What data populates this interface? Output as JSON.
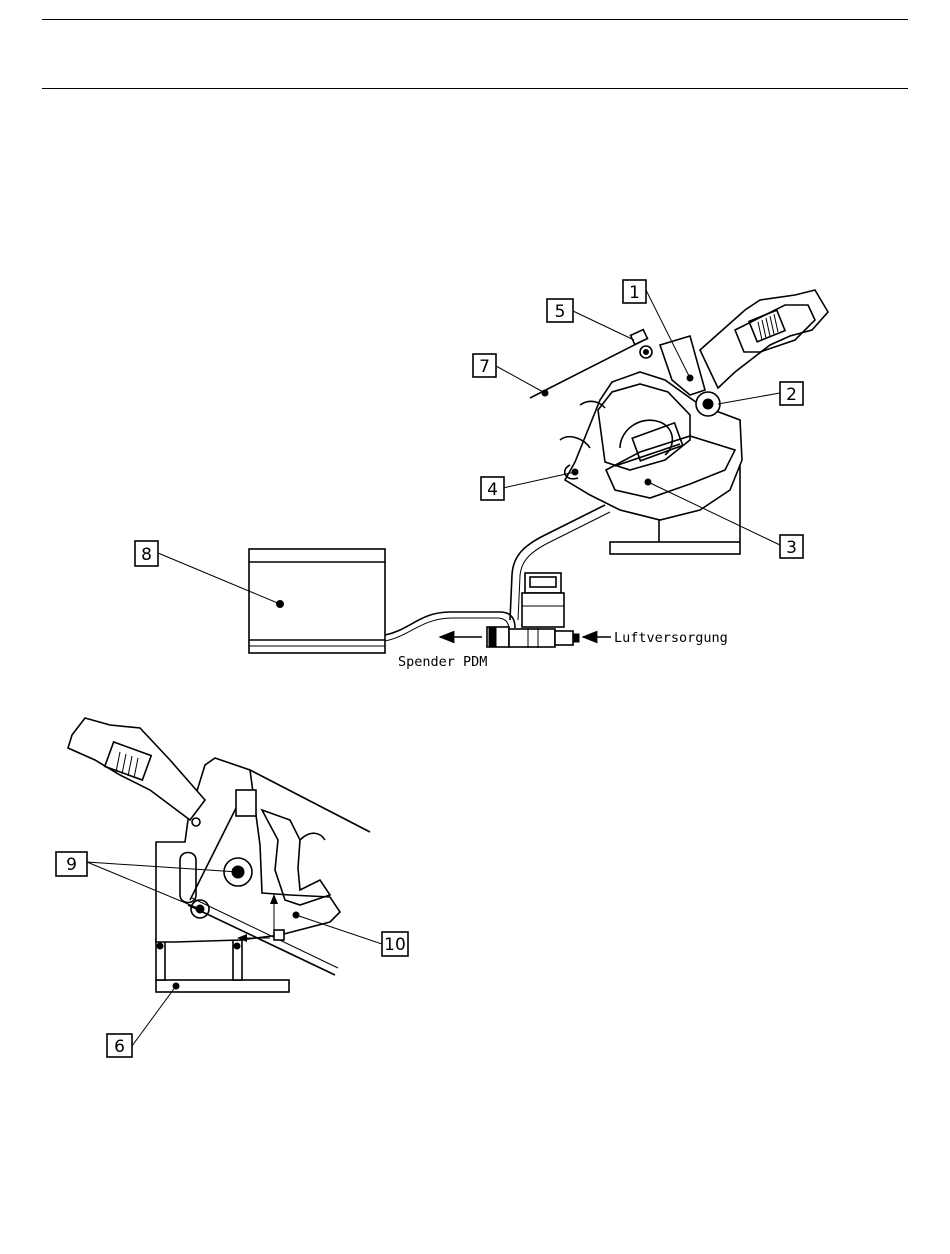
{
  "diagram": {
    "callouts": [
      {
        "id": "c1",
        "label": "1"
      },
      {
        "id": "c2",
        "label": "2"
      },
      {
        "id": "c3",
        "label": "3"
      },
      {
        "id": "c4",
        "label": "4"
      },
      {
        "id": "c5",
        "label": "5"
      },
      {
        "id": "c6",
        "label": "6"
      },
      {
        "id": "c7",
        "label": "7"
      },
      {
        "id": "c8",
        "label": "8"
      },
      {
        "id": "c9",
        "label": "9"
      },
      {
        "id": "c10",
        "label": "10"
      }
    ],
    "annotations": {
      "air_supply": "Luftversorgung",
      "dispenser": "Spender PDM"
    }
  }
}
